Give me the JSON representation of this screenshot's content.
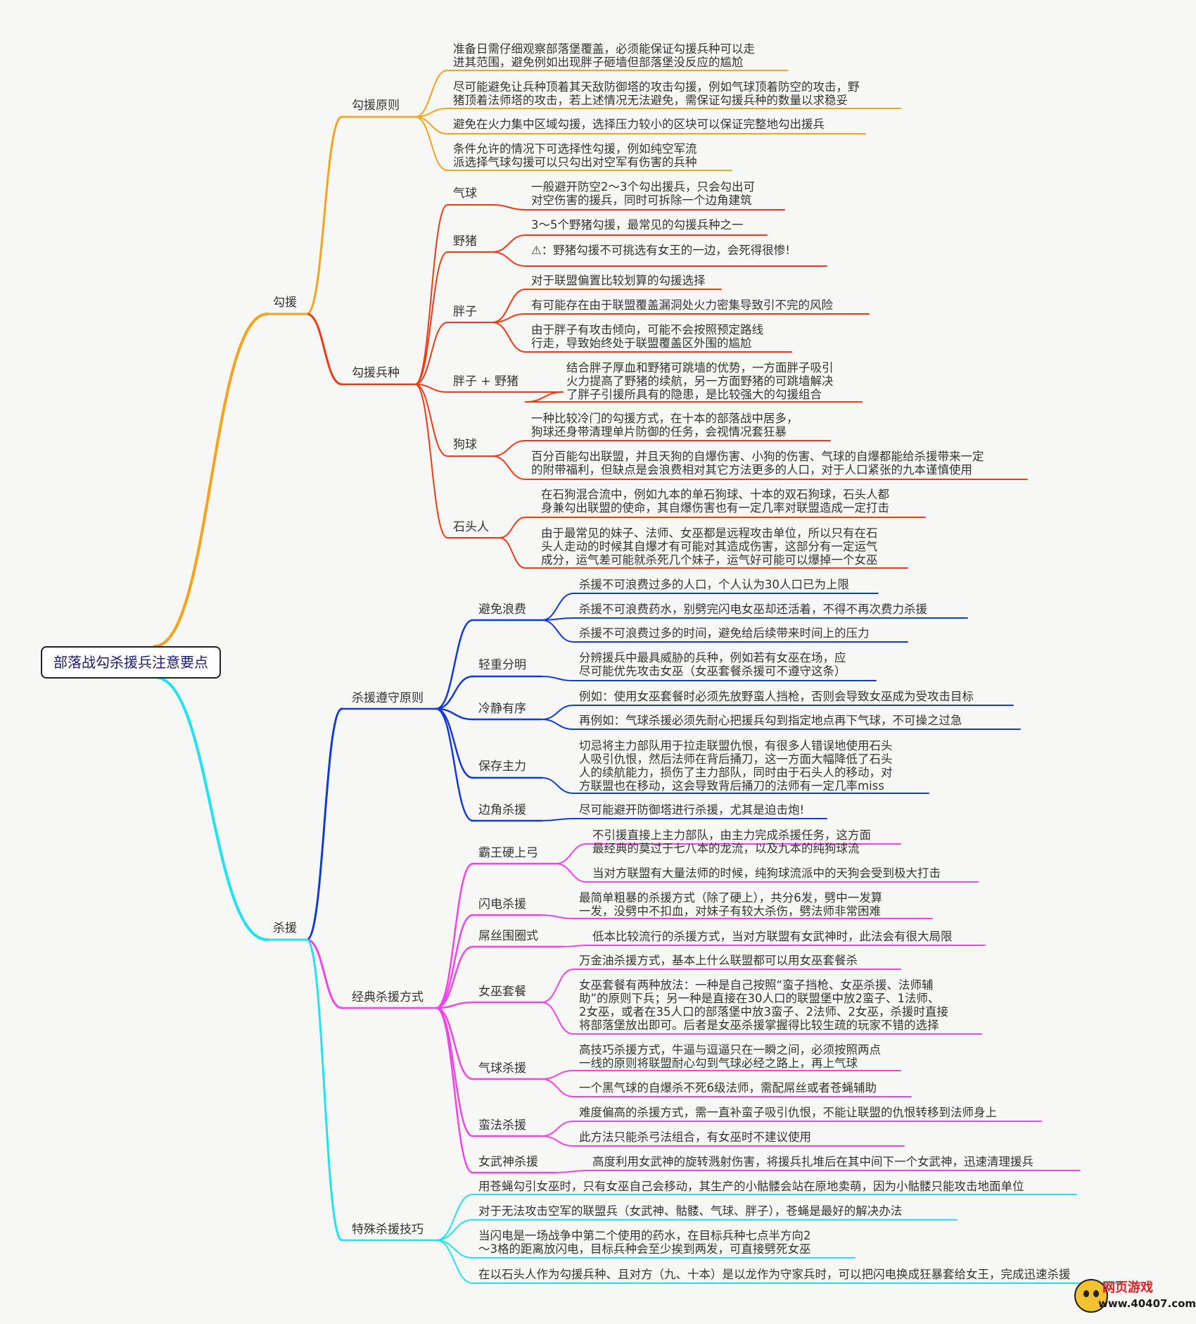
{
  "colors": {
    "orange": "#f7a21c",
    "red": "#f03a17",
    "cyan": "#20e3ef",
    "blue": "#1339d6",
    "magenta": "#f244e6"
  },
  "root": "部落战勾杀援兵注意要点",
  "branches": {
    "b1": "勾援",
    "b2": "杀援"
  },
  "subs": {
    "s1": "勾援原则",
    "s2": "勾援兵种",
    "s3": "杀援遵守原则",
    "s4": "经典杀援方式",
    "s5": "特殊杀援技巧"
  },
  "groups": {
    "qiqiu": "气球",
    "yezhu": "野猪",
    "pangzi": "胖子",
    "pzyz": "胖子 + 野猪",
    "gouqiu": "狗球",
    "shitou": "石头人",
    "bmlf": "避免浪费",
    "qzfm": "轻重分明",
    "ljyx": "冷静有序",
    "bczl": "保存主力",
    "bjsy": "边角杀援",
    "bwyg": "霸王硬上弓",
    "sdsy": "闪电杀援",
    "dswq": "屌丝围圈式",
    "nvtc": "女巫套餐",
    "qqsy": "气球杀援",
    "mfsy": "蛮法杀援",
    "nwssy": "女武神杀援"
  },
  "leaves": {
    "gy1": [
      "准备日需仔细观察部落堡覆盖，必须能保证勾援兵种可以走",
      "进其范围，避免例如出现胖子砸墙但部落堡没反应的尴尬"
    ],
    "gy2": [
      "尽可能避免让兵种顶着其天敌防御塔的攻击勾援，例如气球顶着防空的攻击，野",
      "猪顶着法师塔的攻击，若上述情况无法避免，需保证勾援兵种的数量以求稳妥"
    ],
    "gy3": [
      "避免在火力集中区域勾援，选择压力较小的区块可以保证完整地勾出援兵"
    ],
    "gy4": [
      "条件允许的情况下可选择性勾援，例如纯空军流",
      "派选择气球勾援可以只勾出对空军有伤害的兵种"
    ],
    "qq1": [
      "一般避开防空2～3个勾出援兵，只会勾出可",
      "对空伤害的援兵，同时可拆除一个边角建筑"
    ],
    "yz1": [
      "3～5个野猪勾援，最常见的勾援兵种之一"
    ],
    "yz2": [
      "⚠：野猪勾援不可挑选有女王的一边，会死得很惨!"
    ],
    "pz1": [
      "对于联盟偏置比较划算的勾援选择"
    ],
    "pz2": [
      "有可能存在由于联盟覆盖漏洞处火力密集导致引不完的风险"
    ],
    "pz3": [
      "由于胖子有攻击倾向，可能不会按照预定路线",
      "行走，导致始终处于联盟覆盖区外围的尴尬"
    ],
    "py1": [
      "结合胖子厚血和野猪可跳墙的优势，一方面胖子吸引",
      "火力提高了野猪的续航，另一方面野猪的可跳墙解决",
      "了胖子引援所具有的隐患，是比较强大的勾援组合"
    ],
    "gq1": [
      "一种比较冷门的勾援方式，在十本的部落战中居多，",
      "狗球还身带清理单片防御的任务，会视情况套狂暴"
    ],
    "gq2": [
      "百分百能勾出联盟，并且天狗的自爆伤害、小狗的伤害、气球的自爆都能给杀援带来一定",
      "的附带福利，但缺点是会浪费相对其它方法更多的人口，对于人口紧张的九本谨慎使用"
    ],
    "st1": [
      "在石狗混合流中，例如九本的单石狗球、十本的双石狗球，石头人都",
      "身兼勾出联盟的使命，其自爆伤害也有一定几率对联盟造成一定打击"
    ],
    "st2": [
      "由于最常见的妹子、法师、女巫都是远程攻击单位，所以只有在石",
      "头人走动的时候其自爆才有可能对其造成伤害，这部分有一定运气",
      "成分，运气差可能就杀死几个妹子，运气好可能可以爆掉一个女巫"
    ],
    "bm1": [
      "杀援不可浪费过多的人口，个人认为30人口已为上限"
    ],
    "bm2": [
      "杀援不可浪费药水，别劈完闪电女巫却还活着，不得不再次费力杀援"
    ],
    "bm3": [
      "杀援不可浪费过多的时间，避免给后续带来时间上的压力"
    ],
    "qz1": [
      "分辨援兵中最具威胁的兵种，例如若有女巫在场，应",
      "尽可能优先攻击女巫（女巫套餐杀援可不遵守这条）"
    ],
    "lj1": [
      "例如：使用女巫套餐时必须先放野蛮人挡枪，否则会导致女巫成为受攻击目标"
    ],
    "lj2": [
      "再例如：气球杀援必须先耐心把援兵勾到指定地点再下气球，不可操之过急"
    ],
    "bc1": [
      "切忌将主力部队用于拉走联盟仇恨，有很多人错误地使用石头",
      "人吸引仇恨，然后法师在背后捅刀，这一方面大幅降低了石头",
      "人的续航能力，损伤了主力部队，同时由于石头人的移动，对",
      "方联盟也在移动，这会导致背后捅刀的法师有一定几率miss"
    ],
    "bj1": [
      "尽可能避开防御塔进行杀援，尤其是迫击炮!"
    ],
    "bw1": [
      "不引援直接上主力部队，由主力完成杀援任务，这方面",
      "最经典的莫过于七八本的龙流，以及九本的纯狗球流"
    ],
    "bw2": [
      "当对方联盟有大量法师的时候，纯狗球流派中的天狗会受到极大打击"
    ],
    "sd1": [
      "最简单粗暴的杀援方式（除了硬上），共分6发，劈中一发算",
      "一发，没劈中不扣血，对妹子有较大杀伤，劈法师非常困难"
    ],
    "ds1": [
      "低本比较流行的杀援方式，当对方联盟有女武神时，此法会有很大局限"
    ],
    "nv1": [
      "万金油杀援方式，基本上什么联盟都可以用女巫套餐杀"
    ],
    "nv2": [
      "女巫套餐有两种放法：一种是自己按照“蛮子挡枪、女巫杀援、法师辅",
      "助”的原则下兵；另一种是直接在30人口的联盟堡中放2蛮子、1法师、",
      "2女巫，或者在35人口的部落堡中放3蛮子、2法师、2女巫，杀援时直接",
      "将部落堡放出即可。后者是女巫杀援掌握得比较生疏的玩家不错的选择"
    ],
    "qs1": [
      "高技巧杀援方式，牛逼与逗逼只在一瞬之间，必须按照两点",
      "一线的原则将联盟耐心勾到气球必经之路上，再上气球"
    ],
    "qs2": [
      "一个黑气球的自爆杀不死6级法师，需配屌丝或者苍蝇辅助"
    ],
    "mf1": [
      "难度偏高的杀援方式，需一直补蛮子吸引仇恨，不能让联盟的仇恨转移到法师身上"
    ],
    "mf2": [
      "此方法只能杀弓法组合，有女巫时不建议使用"
    ],
    "nw1": [
      "高度利用女武神的旋转溅射伤害，将援兵扎堆后在其中间下一个女武神，迅速清理援兵"
    ],
    "ts1": [
      "用苍蝇勾引女巫时，只有女巫自己会移动，其生产的小骷髅会站在原地卖萌，因为小骷髅只能攻击地面单位"
    ],
    "ts2": [
      "对于无法攻击空军的联盟兵（女武神、骷髅、气球、胖子），苍蝇是最好的解决办法"
    ],
    "ts3": [
      "当闪电是一场战争中第二个使用的药水，在目标兵种七点半方向2",
      "～3格的距离放闪电，目标兵种会至少挨到两发，可直接劈死女巫"
    ],
    "ts4": [
      "在以石头人作为勾援兵种、且对方（九、十本）是以龙作为守家兵时，可以把闪电换成狂暴套给女王，完成迅速杀援"
    ]
  },
  "logo": {
    "title": "网页游戏",
    "url": "www.40407.com"
  }
}
